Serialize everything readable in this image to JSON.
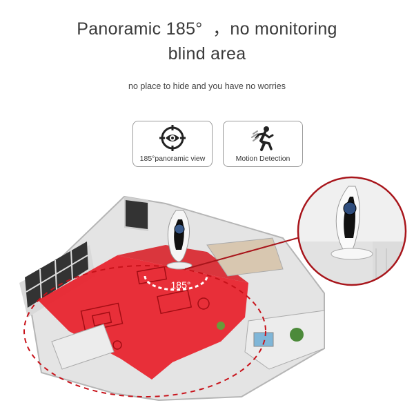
{
  "headline": {
    "line1": "Panoramic 185°  ，no monitoring",
    "line2": "blind area"
  },
  "subtitle": "no place to hide and you have no worries",
  "features": [
    {
      "icon": "target-eye-icon",
      "label": "185°panoramic view"
    },
    {
      "icon": "running-person-icon",
      "label": "Motion Detection"
    }
  ],
  "illustration": {
    "angle_label": "185°",
    "highlight_color": "#e8202a"
  }
}
